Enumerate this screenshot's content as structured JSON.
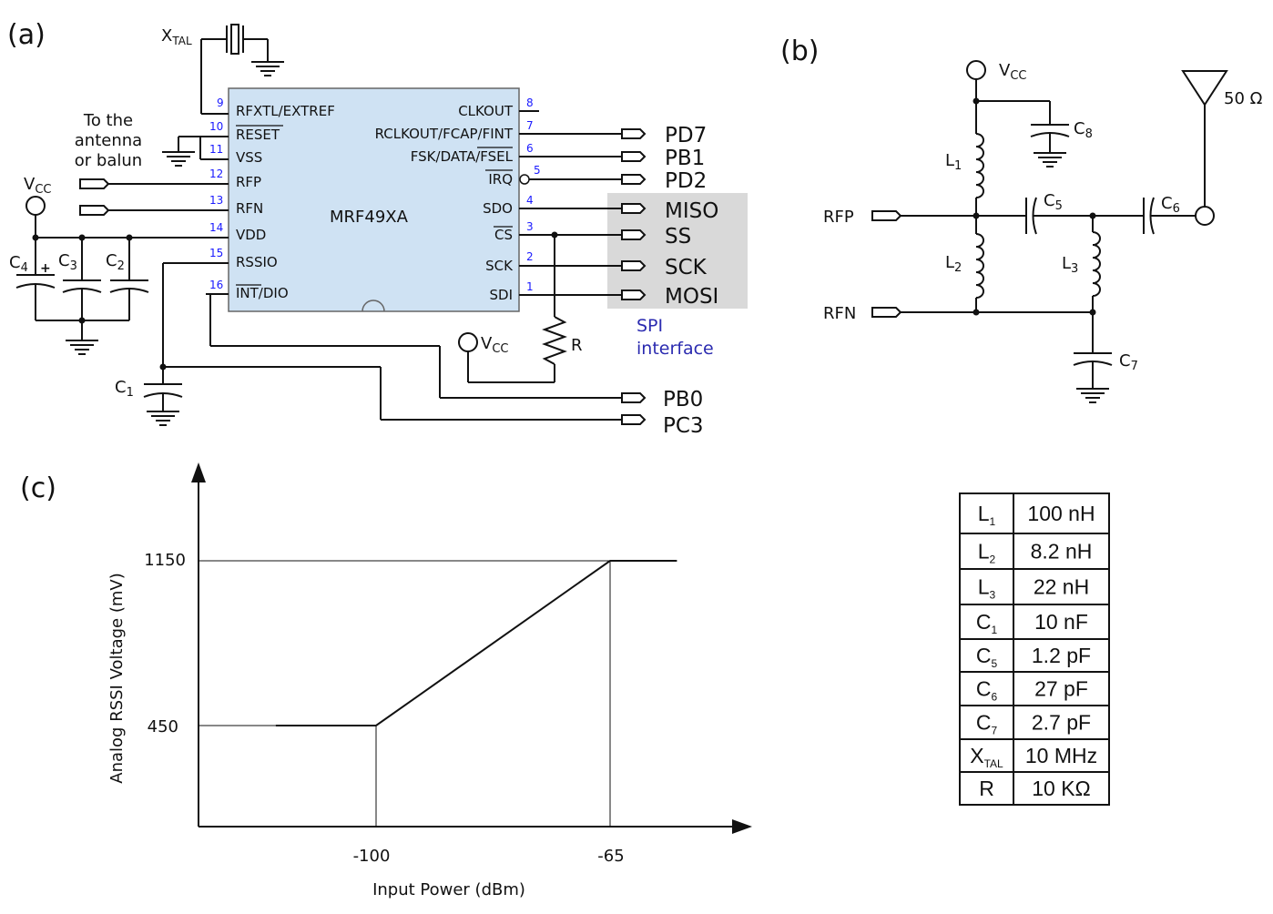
{
  "panels": {
    "a": "(a)",
    "b": "(b)",
    "c": "(c)"
  },
  "chip": {
    "name": "MRF49XA",
    "left_pins": [
      {
        "num": "9",
        "label": "RFXTL/EXTREF"
      },
      {
        "num": "10",
        "label": "RESET"
      },
      {
        "num": "11",
        "label": "VSS"
      },
      {
        "num": "12",
        "label": "RFP"
      },
      {
        "num": "13",
        "label": "RFN"
      },
      {
        "num": "14",
        "label": "VDD"
      },
      {
        "num": "15",
        "label": "RSSIO"
      },
      {
        "num": "16",
        "label": "INT/DIO"
      }
    ],
    "right_pins": [
      {
        "num": "8",
        "label": "CLKOUT"
      },
      {
        "num": "7",
        "label": "RCLKOUT/FCAP/FINT"
      },
      {
        "num": "6",
        "label": "FSK/DATA/FSEL"
      },
      {
        "num": "5",
        "label": "IRQ"
      },
      {
        "num": "4",
        "label": "SDO"
      },
      {
        "num": "3",
        "label": "CS"
      },
      {
        "num": "2",
        "label": "SCK"
      },
      {
        "num": "1",
        "label": "SDI"
      }
    ]
  },
  "ports": {
    "pd7": "PD7",
    "pb1": "PB1",
    "pd2": "PD2",
    "miso": "MISO",
    "ss": "SS",
    "sck": "SCK",
    "mosi": "MOSI",
    "pb0": "PB0",
    "pc3": "PC3"
  },
  "spi": {
    "line1": "SPI",
    "line2": "interface"
  },
  "antenna_note": [
    "To the",
    "antenna",
    "or balun"
  ],
  "components_a": {
    "xtal_main": "X",
    "xtal_sub": "TAL",
    "vcc_main": "V",
    "vcc_sub": "CC",
    "c4": "4",
    "c3": "3",
    "c2": "2",
    "c1": "1",
    "cap": "C",
    "plus": "+",
    "r": "R"
  },
  "components_b": {
    "vcc_main": "V",
    "vcc_sub": "CC",
    "c8": "8",
    "c5": "5",
    "c6": "6",
    "c7": "7",
    "cap": "C",
    "l1": "1",
    "l2": "2",
    "l3": "3",
    "ind": "L",
    "rfp": "RFP",
    "rfn": "RFN",
    "ohm": "50 Ω"
  },
  "table": [
    {
      "sym": "L",
      "sub": "1",
      "value": "100 nH"
    },
    {
      "sym": "L",
      "sub": "2",
      "value": "8.2 nH"
    },
    {
      "sym": "L",
      "sub": "3",
      "value": "22 nH"
    },
    {
      "sym": "C",
      "sub": "1",
      "value": "10 nF"
    },
    {
      "sym": "C",
      "sub": "5",
      "value": "1.2 pF"
    },
    {
      "sym": "C",
      "sub": "6",
      "value": "27 pF"
    },
    {
      "sym": "C",
      "sub": "7",
      "value": "2.7 pF"
    },
    {
      "sym": "X",
      "sub": "TAL",
      "value": "10 MHz"
    },
    {
      "sym": "R",
      "sub": "",
      "value": "10 KΩ"
    }
  ],
  "chart_data": {
    "type": "line",
    "xlabel": "Input Power (dBm)",
    "ylabel": "Analog RSSI Voltage (mV)",
    "x_ticks": [
      "-100",
      "-65"
    ],
    "y_ticks": [
      "450",
      "1150"
    ],
    "series": [
      {
        "x": [
          -115,
          -100,
          -65,
          -55
        ],
        "y": [
          450,
          450,
          1150,
          1150
        ]
      }
    ]
  }
}
